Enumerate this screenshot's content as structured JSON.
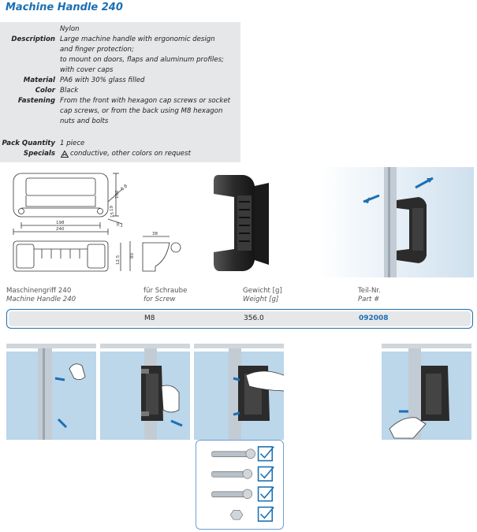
{
  "title": "Machine Handle 240",
  "specs": [
    {
      "label": "",
      "value": "Nylon"
    },
    {
      "label": "Description",
      "value": "Large machine handle with ergonomic design"
    },
    {
      "label": "",
      "value": "and finger protection;"
    },
    {
      "label": "",
      "value": "to mount on doors, flaps and aluminum profiles;"
    },
    {
      "label": "",
      "value": "with cover caps"
    },
    {
      "label": "Material",
      "value": "PA6 with 30% glass filled"
    },
    {
      "label": "Color",
      "value": "Black"
    },
    {
      "label": "Fastening",
      "value": "From the front with hexagon cap screws or socket"
    },
    {
      "label": "",
      "value": "cap screws, or from the back using M8 hexagon"
    },
    {
      "label": "",
      "value": "nuts and bolts"
    },
    {
      "label": "Pack Quantity",
      "value": "1 piece"
    },
    {
      "label": "Specials",
      "value": "conductive, other colors on request"
    }
  ],
  "dimensions": {
    "d1": "198",
    "d2": "240",
    "d3": "100",
    "d4": "8.8",
    "d5": "19",
    "d6": "38",
    "d7": "80",
    "d8": "12.5",
    "d9": "15",
    "d10": "9.1"
  },
  "columns": {
    "c1_de": "Maschinengriff 240",
    "c1_en": "Machine Handle 240",
    "c2_de": "für Schraube",
    "c2_en": "for Screw",
    "c3_de": "Gewicht [g]",
    "c3_en": "Weight [g]",
    "c4_de": "Teil-Nr.",
    "c4_en": "Part #"
  },
  "row": {
    "screw": "M8",
    "weight": "356.0",
    "part": "092008"
  },
  "colors": {
    "accent": "#1b6fb3",
    "panel": "#e6e7e8",
    "handle": "#2b2b2b",
    "glass": "#bcd6ea"
  },
  "icons": [
    "esd-icon",
    "arrow-icon",
    "checkmark-icon",
    "screw-icon",
    "nut-icon",
    "hand-icon"
  ]
}
